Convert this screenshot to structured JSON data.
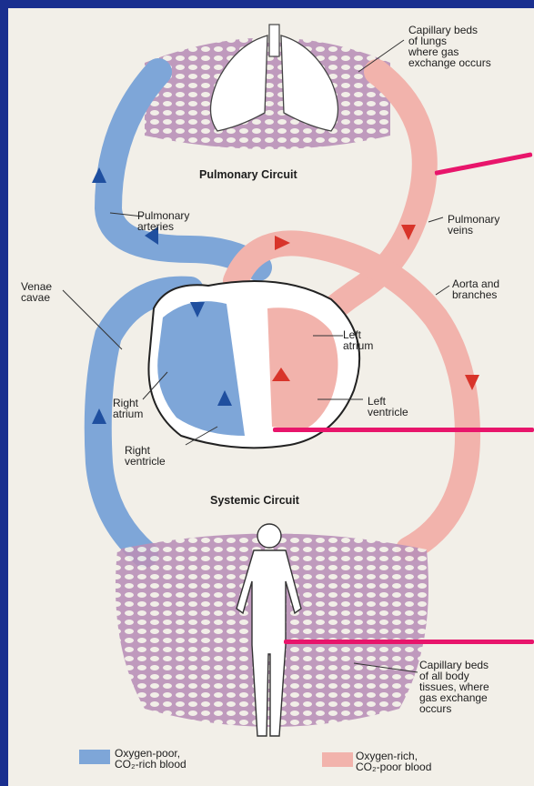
{
  "labels": {
    "capillary_lungs": "Capillary beds\nof lungs\nwhere gas\nexchange occurs",
    "pulmonary_circuit": "Pulmonary Circuit",
    "pulmonary_arteries": "Pulmonary\narteries",
    "pulmonary_veins": "Pulmonary\nveins",
    "venae_cavae": "Venae\ncavae",
    "aorta": "Aorta and\nbranches",
    "left_atrium": "Left\natrium",
    "right_atrium": "Right\natrium",
    "left_ventricle": "Left\nventricle",
    "right_ventricle": "Right\nventricle",
    "systemic_circuit": "Systemic Circuit",
    "capillary_body": "Capillary beds\nof all body\ntissues, where\ngas exchange\noccurs"
  },
  "legend": {
    "oxygen_poor": "Oxygen-poor,\nCO₂-rich blood",
    "oxygen_rich": "Oxygen-rich,\nCO₂-poor blood"
  },
  "colors": {
    "slide_background": "#1a2f8f",
    "oxygen_poor": "#7ea6d8",
    "oxygen_rich": "#f2b3ac",
    "capillary": "#b990b8",
    "flow_arrow_blue": "#1f4f9f",
    "flow_arrow_red": "#d8342a",
    "pointer": "#e8156b"
  }
}
